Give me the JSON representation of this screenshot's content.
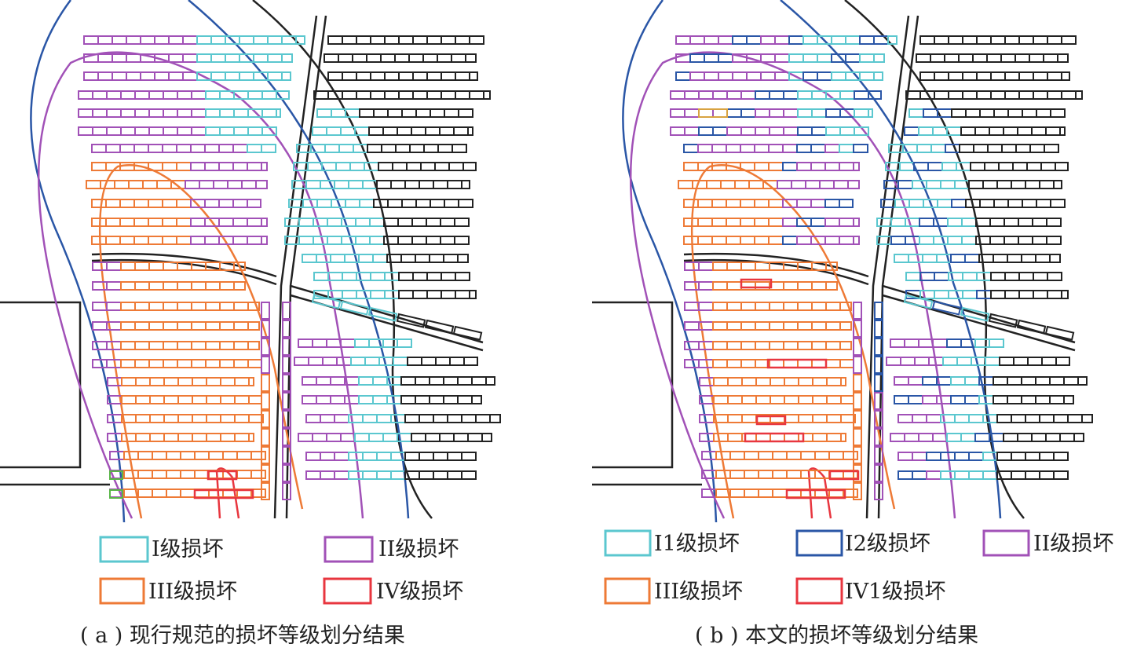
{
  "colors": {
    "I": "#5bc7cf",
    "I1": "#5bc7cf",
    "I2": "#2a56a6",
    "II": "#a151b7",
    "III": "#ee7a36",
    "IV": "#e8363f",
    "IV1": "#e8363f",
    "black": "#222222",
    "green": "#5ab648",
    "gold": "#d8a341"
  },
  "panel_a": {
    "caption": "( a ) 现行规范的损坏等级划分结果",
    "legend": [
      {
        "key": "I",
        "label": "I级损坏"
      },
      {
        "key": "II",
        "label": "II级损坏"
      },
      {
        "key": "III",
        "label": "III级损坏"
      },
      {
        "key": "IV",
        "label": "IV级损坏"
      }
    ]
  },
  "panel_b": {
    "caption": "( b ) 本文的损坏等级划分结果",
    "legend": [
      {
        "key": "I1",
        "label": "I1级损坏"
      },
      {
        "key": "I2",
        "label": "I2级损坏"
      },
      {
        "key": "II",
        "label": "II级损坏"
      },
      {
        "key": "III",
        "label": "III级损坏"
      },
      {
        "key": "IV1",
        "label": "IV1级损坏"
      }
    ]
  }
}
